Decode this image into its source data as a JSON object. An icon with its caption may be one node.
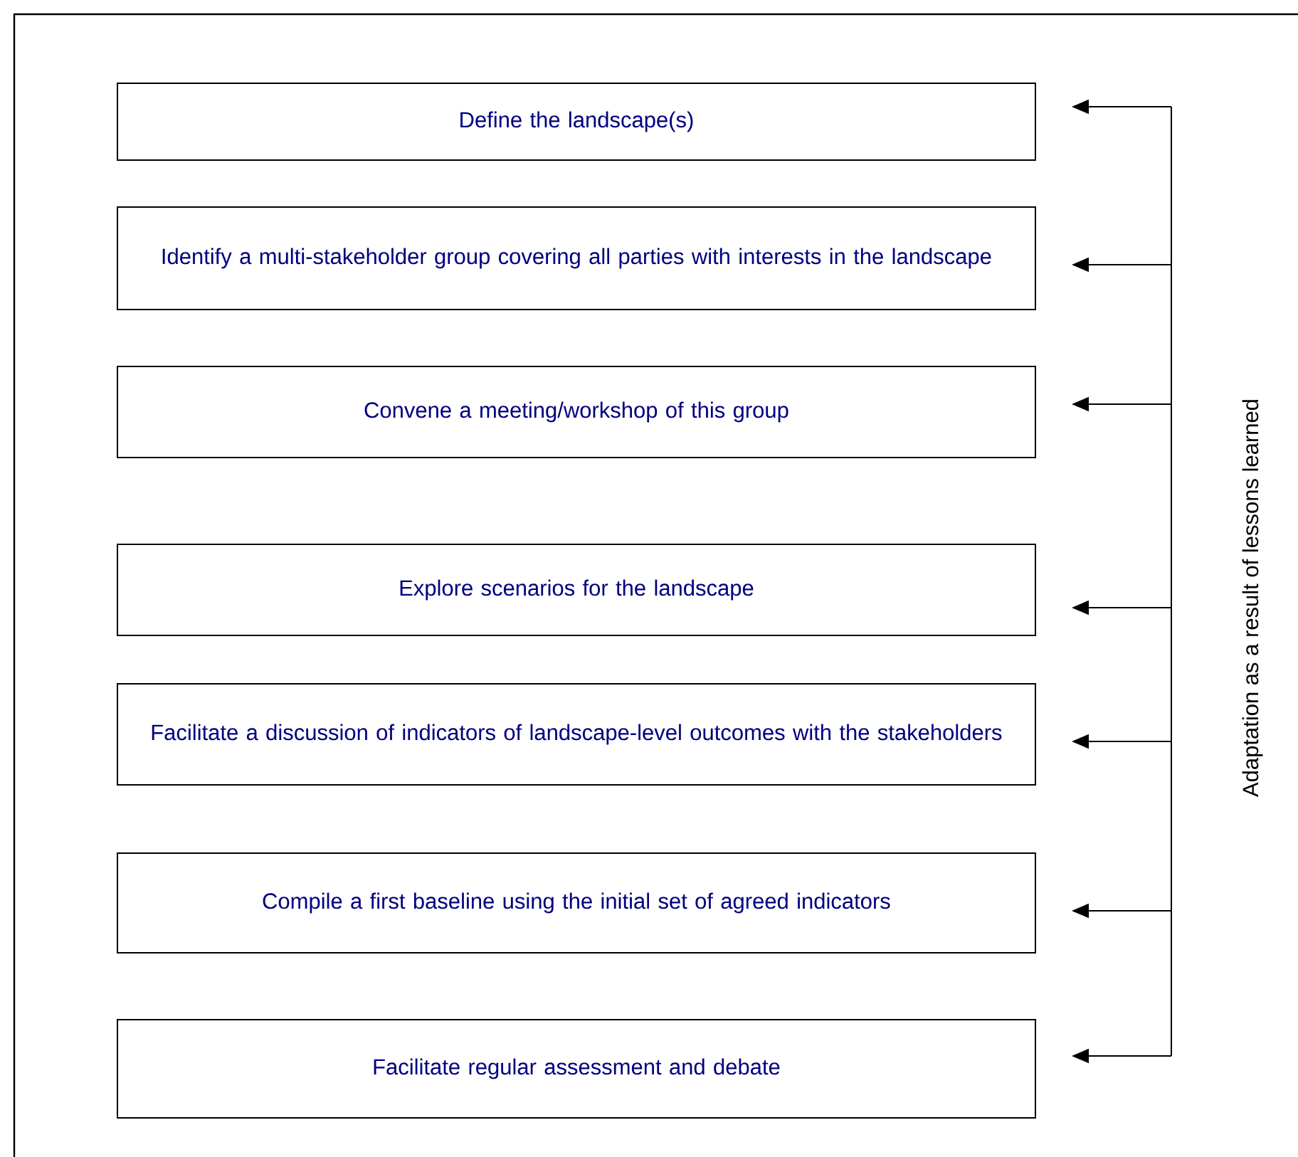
{
  "diagram": {
    "nodes": [
      {
        "text": [
          "Define the landscape(s)"
        ]
      },
      {
        "text": [
          "Identify a multi-stakeholder group covering all parties with interests in the landscape"
        ]
      },
      {
        "text": [
          "Convene a meeting/workshop of this group"
        ]
      },
      {
        "text": [
          "Explore scenarios for the landscape"
        ]
      },
      {
        "text": [
          "Facilitate a discussion of indicators of landscape-level outcomes with the stakeholders"
        ]
      },
      {
        "text": [
          "Compile a first baseline using the initial set of agreed indicators"
        ]
      },
      {
        "text": [
          "Facilitate regular assessment and debate"
        ]
      }
    ],
    "edges": [
      {
        "from": null,
        "to": 0,
        "arrow": "to"
      },
      {
        "from": null,
        "to": 1,
        "arrow": "to"
      },
      {
        "from": null,
        "to": 2,
        "arrow": "to"
      },
      {
        "from": null,
        "to": 3,
        "arrow": "to"
      },
      {
        "from": null,
        "to": 4,
        "arrow": "to"
      },
      {
        "from": null,
        "to": 5,
        "arrow": "to"
      },
      {
        "from": null,
        "to": 6,
        "arrow": "to"
      }
    ],
    "labels": [
      "Adaptation as a result of lessons learned"
    ]
  }
}
